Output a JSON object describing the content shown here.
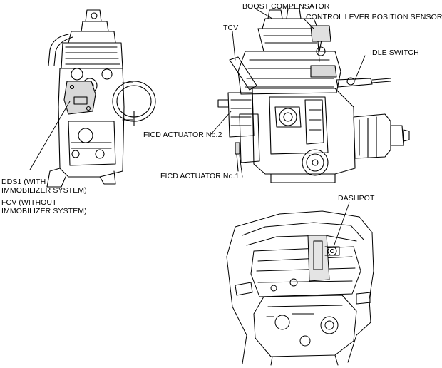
{
  "callouts": {
    "boost_compensator": "BOOST COMPENSATOR",
    "tcv": "TCV",
    "control_lever_position_sensor": "CONTROL LEVER POSITION SENSOR",
    "idle_switch": "IDLE SWITCH",
    "ficd_actuator_2": "FICD ACTUATOR No.2",
    "ficd_actuator_1": "FICD ACTUATOR No.1",
    "dds1_line1": "DDS1 (WITH",
    "dds1_line2": "IMMOBILIZER SYSTEM)",
    "fcv_line1": "FCV (WITHOUT",
    "fcv_line2": "IMMOBILIZER SYSTEM)",
    "dashpot": "DASHPOT"
  }
}
